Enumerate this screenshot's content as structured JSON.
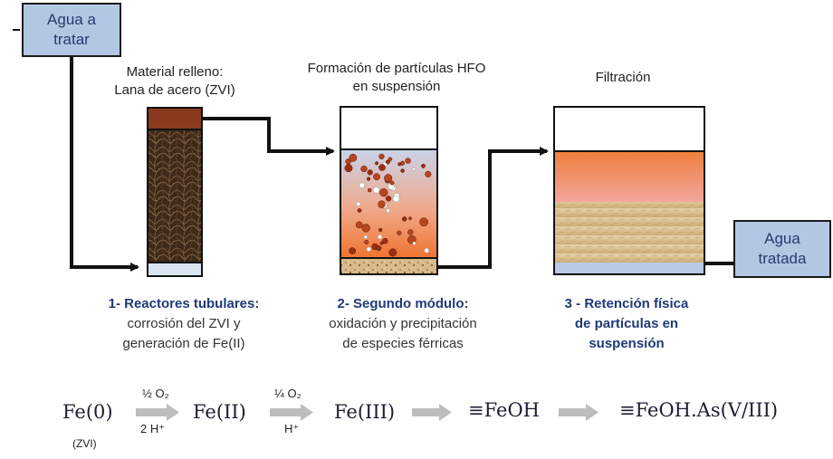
{
  "inputs": {
    "agua_a_tratar": [
      "Agua a",
      "tratar"
    ],
    "agua_tratada": [
      "Agua",
      "tratada"
    ]
  },
  "captions": {
    "reactor_top": [
      "Material relleno:",
      "Lana de acero (ZVI)"
    ],
    "hfo_top": [
      "Formación de partículas HFO",
      "en suspensión"
    ],
    "filter_top": "Filtración"
  },
  "steps": [
    {
      "title": "1- Reactores tubulares:",
      "desc": [
        "corrosión del ZVI y",
        "generación de Fe(II)"
      ]
    },
    {
      "title": "2- Segundo módulo:",
      "desc": [
        "oxidación y precipitación",
        "de especies férricas"
      ]
    },
    {
      "title": "3 - Retención física",
      "desc": [
        "de partículas en",
        "suspensión"
      ]
    }
  ],
  "equation": {
    "species": [
      "Fe(0)",
      "Fe(II)",
      "Fe(III)",
      "≡FeOH",
      "≡FeOH.As(V/III)"
    ],
    "fe0_note": "(ZVI)",
    "arrow1_top": "½ O₂",
    "arrow1_bottom": "2 H⁺",
    "arrow2_top": "¼ O₂",
    "arrow2_bottom": "H⁺"
  },
  "colors": {
    "box_fill": "#b3c6e3",
    "line": "#111111",
    "arrow_gray": "#bdbdbd",
    "reactor_top": "#8a3a1e",
    "steel_wool": "#4a3522",
    "hfo_gradient_top": "#c9d3ea",
    "hfo_gradient_bottom": "#ef7f3e",
    "filter_orange": "#ee8a45",
    "sand": "#d9bd8e",
    "water_blue": "#b9c8e6"
  }
}
